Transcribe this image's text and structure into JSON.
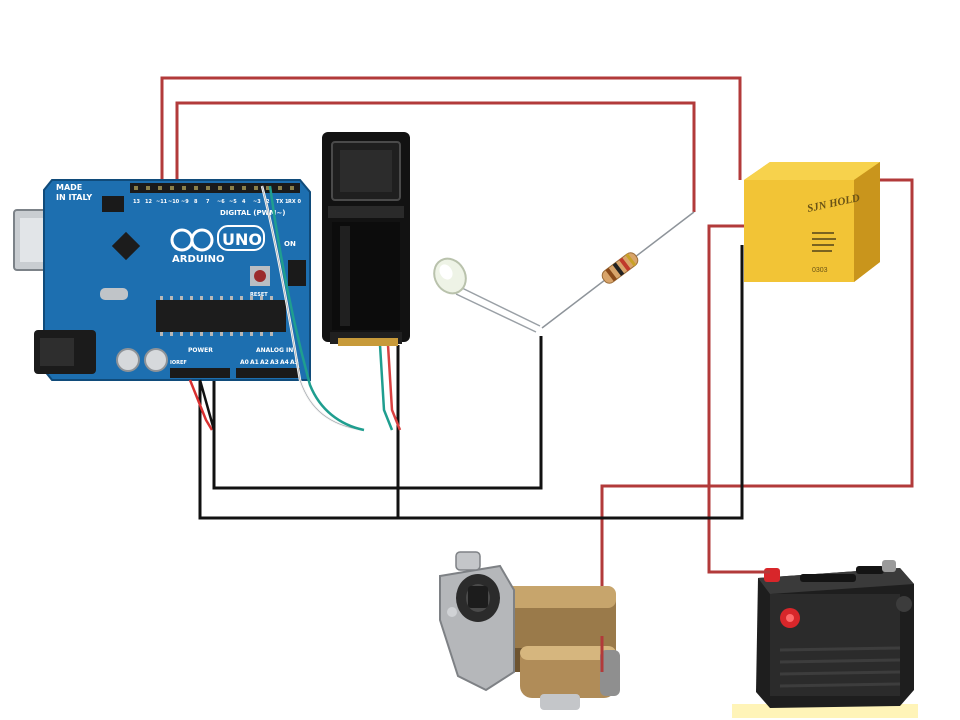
{
  "arduino": {
    "made_in": "MADE",
    "in_italy": "IN ITALY",
    "brand": "ARDUINO",
    "model": "UNO",
    "digital_header": "DIGITAL (PWM~)",
    "power_label": "POWER",
    "analog_label": "ANALOG IN",
    "reset_label": "RESET",
    "ioref_label": "IOREF",
    "on_label": "ON",
    "pin_labels": [
      "A0",
      "A1",
      "A2",
      "A3",
      "A4",
      "A5"
    ],
    "digital_pins": [
      "13",
      "12",
      "~11",
      "~10",
      "~9",
      "8",
      "7",
      "~6",
      "~5",
      "4",
      "~3",
      "2",
      "TX 1",
      "RX 0"
    ]
  },
  "relay": {
    "brand": "SJN HOLD",
    "code": "0303"
  },
  "colors": {
    "wire_red": "#b23a3a",
    "wire_black": "#111111",
    "board_blue": "#1d6fb0",
    "relay_yellow": "#f2c436",
    "battery_body": "#2b2b2b",
    "battery_red_terminal": "#d8262a"
  },
  "components": {
    "fingerprint_sensor": "fingerprint-sensor-icon",
    "led": "led-icon",
    "resistor": "resistor-icon",
    "starter_motor": "starter-motor-icon",
    "battery": "car-battery-icon"
  }
}
